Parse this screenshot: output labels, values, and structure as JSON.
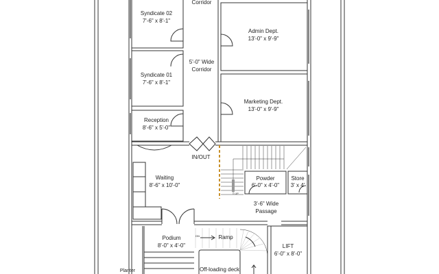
{
  "rooms": {
    "syndicate_02": {
      "name": "Syndicate 02",
      "size": "7'-6\" x 8'-1\""
    },
    "syndicate_01": {
      "name": "Syndicate 01",
      "size": "7'-6\" x 8'-1\""
    },
    "reception": {
      "name": "Reception",
      "size": "8'-6\" x 5'-0\""
    },
    "corridor_top": {
      "name": "Corridor"
    },
    "corridor": {
      "name": "5'-0\" Wide",
      "name2": "Corridor"
    },
    "admin": {
      "name": "Admin Dept.",
      "size": "13'-0\" x 9'-9\""
    },
    "marketing": {
      "name": "Marketing Dept.",
      "size": "13'-0\" x 9'-9\""
    },
    "entry": {
      "name": "IN/OUT"
    },
    "waiting": {
      "name": "Waiting",
      "size": "8'-6\" x 10'-0\""
    },
    "powder": {
      "name": "Powder",
      "size": "6'-0\" x 4'-0\""
    },
    "store": {
      "name": "Store",
      "size": "3' x 4'"
    },
    "passage": {
      "name": "3'-6\" Wide",
      "name2": "Passage"
    },
    "podium": {
      "name": "Podium",
      "size": "8'-0\" x 4'-0\""
    },
    "ramp": {
      "name": "Ramp",
      "tag": "DN"
    },
    "lift": {
      "name": "LIFT",
      "size": "6'-0\" x 8'-0\""
    },
    "offloading": {
      "name": "Off-loading deck"
    },
    "planter": {
      "name": "Planter"
    },
    "stair_up": {
      "name": "UP"
    }
  },
  "colors": {
    "wall": "#333333",
    "accent_dashed": "#c8902a",
    "window": "#888888"
  }
}
